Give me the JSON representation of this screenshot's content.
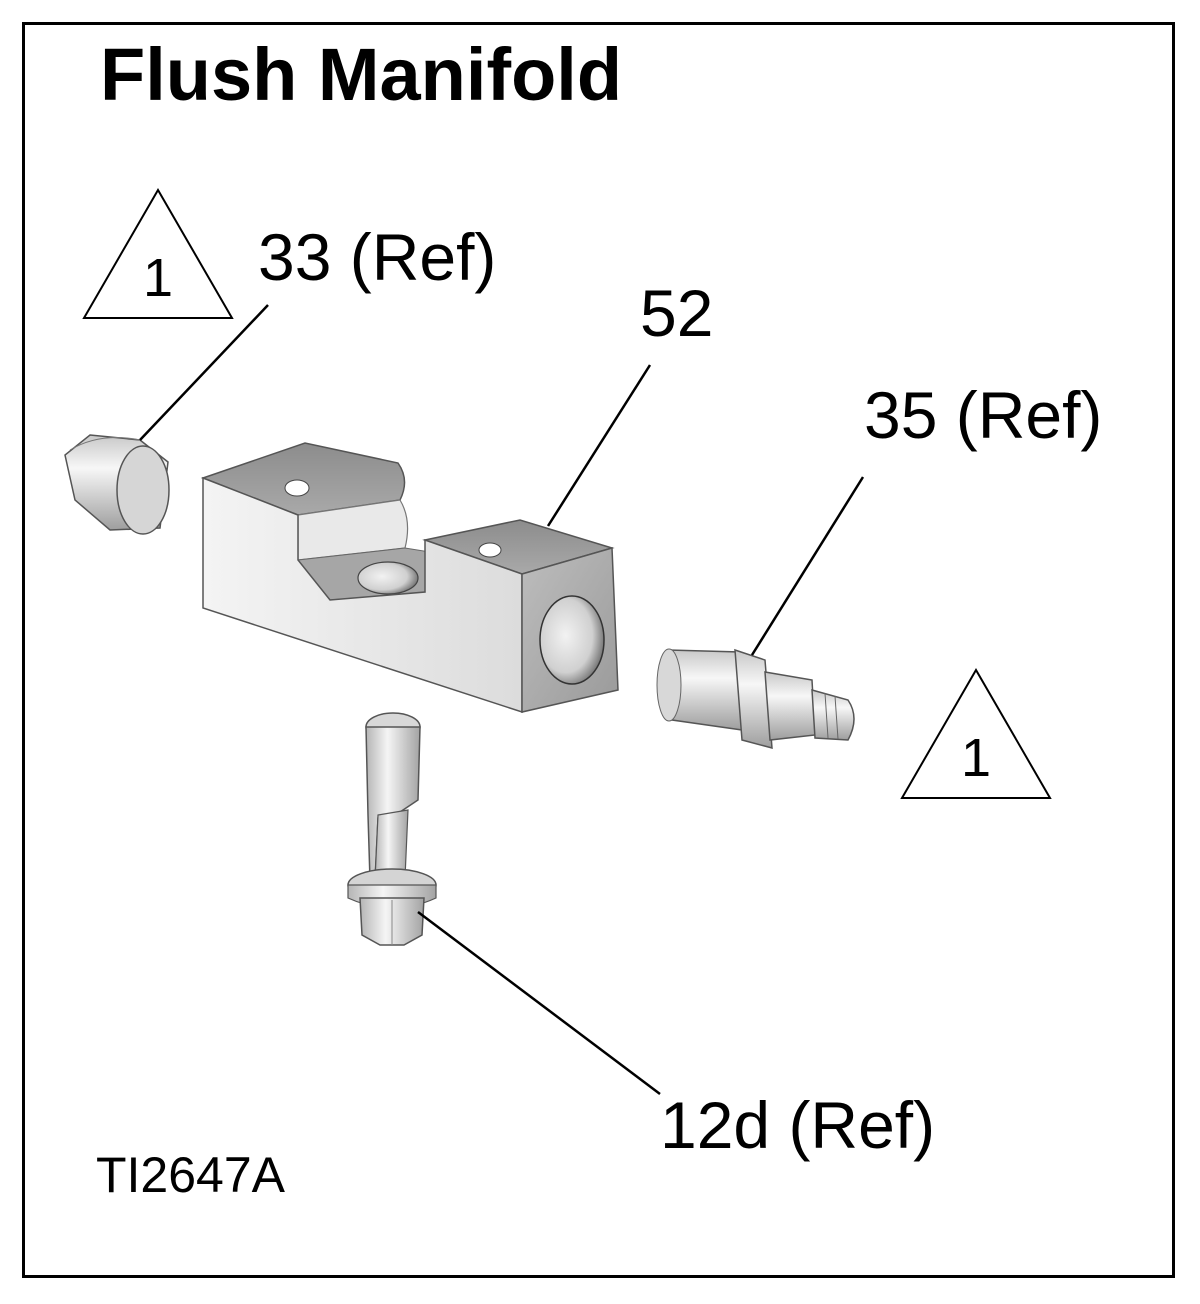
{
  "title": "Flush Manifold",
  "figure_id": "TI2647A",
  "callouts": {
    "part_33": "33 (Ref)",
    "part_52": "52",
    "part_35": "35 (Ref)",
    "part_12d": "12d (Ref)"
  },
  "notes": {
    "note_1_left": "1",
    "note_1_right": "1"
  },
  "icons": [
    "warning-triangle-note-icon",
    "cap-plug-part",
    "manifold-block-part",
    "nipple-fitting-part",
    "bolt-part"
  ]
}
